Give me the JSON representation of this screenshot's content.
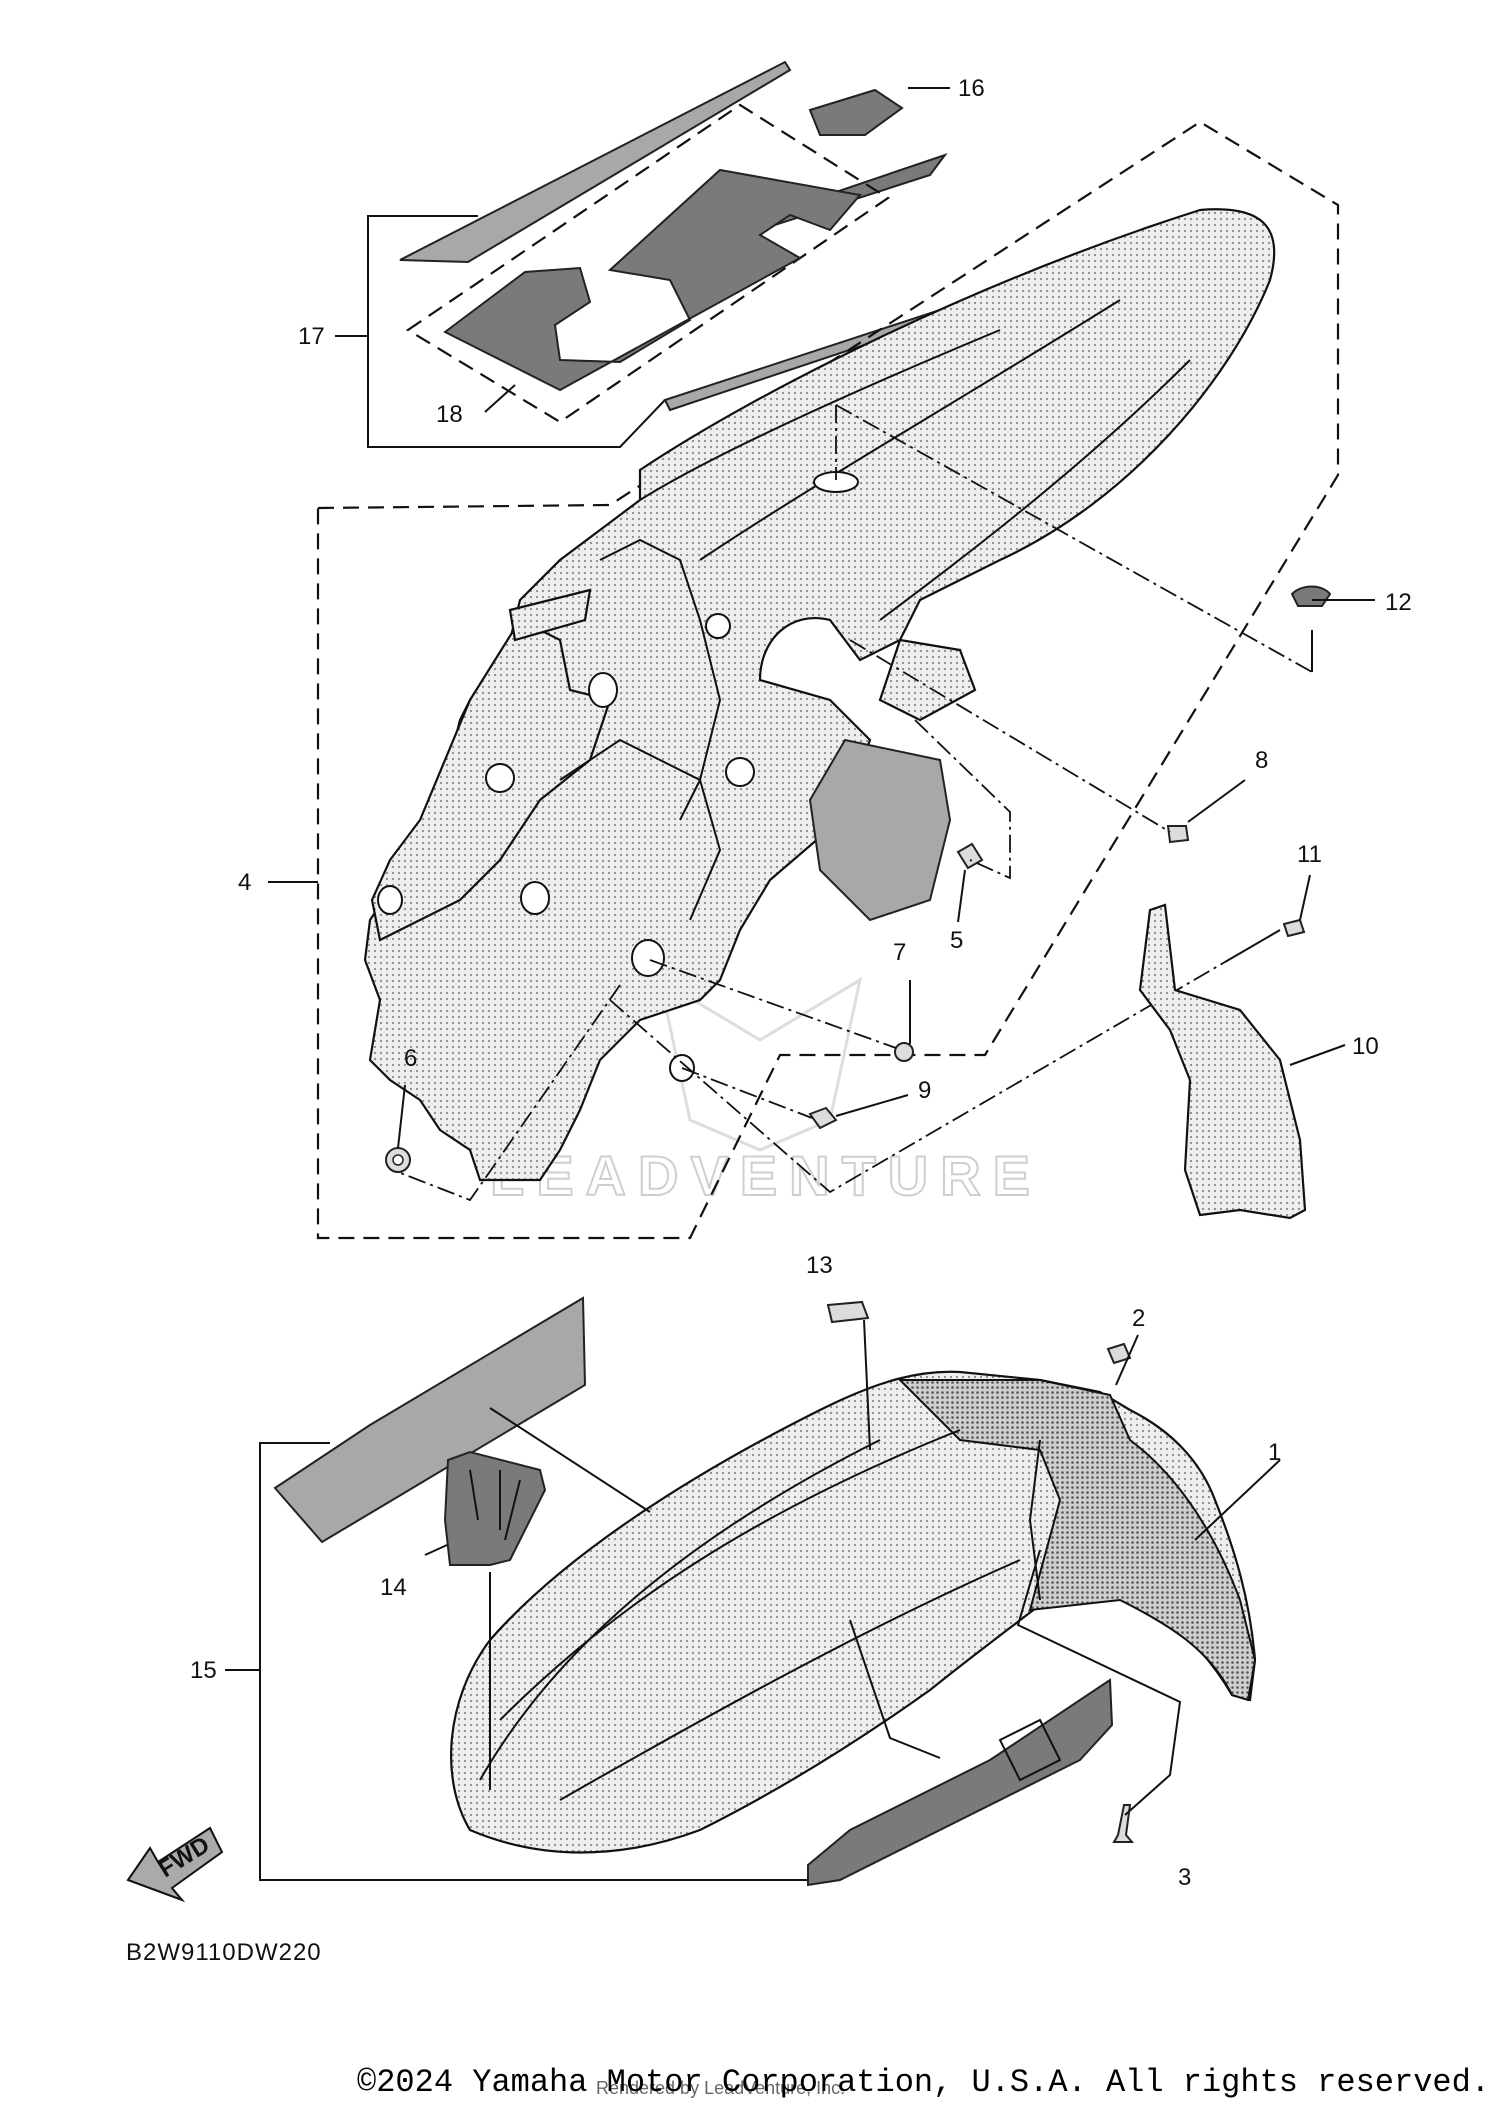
{
  "diagram": {
    "code": "B2W9110DW220",
    "watermark": "LEADVENTURE",
    "rendered_by": "Rendered by LeadVenture, Inc.",
    "fwd_label": "FWD",
    "callouts": [
      "1",
      "2",
      "3",
      "4",
      "5",
      "6",
      "7",
      "8",
      "9",
      "10",
      "11",
      "12",
      "13",
      "14",
      "15",
      "16",
      "17",
      "18"
    ]
  },
  "footer": {
    "copyright": "©2024 Yamaha Motor Corporation, U.S.A. All rights reserved."
  }
}
